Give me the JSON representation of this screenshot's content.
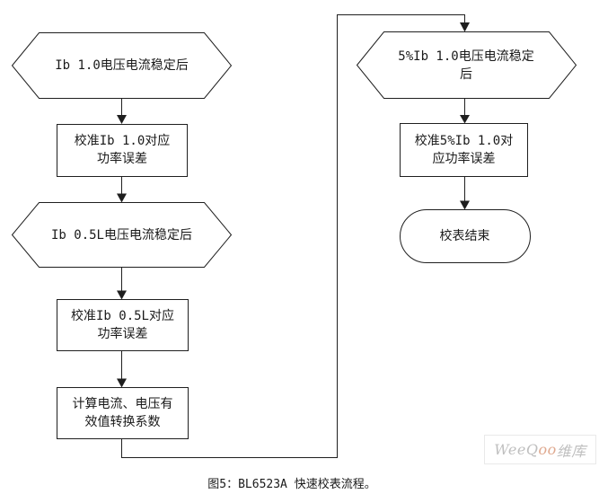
{
  "nodes": {
    "hex_ib10": {
      "label": "Ib 1.0电压电流稳定后"
    },
    "rect_cal_ib10": {
      "label": "校准Ib 1.0对应\n功率误差"
    },
    "hex_ib05l": {
      "label": "Ib 0.5L电压电流稳定后"
    },
    "rect_cal_ib05l": {
      "label": "校准Ib 0.5L对应\n功率误差"
    },
    "rect_calc_rms": {
      "label": "计算电流、电压有\n效值转换系数"
    },
    "hex_5pct_ib10": {
      "label": "5%Ib 1.0电压电流稳定\n后"
    },
    "rect_cal_5pct_ib10": {
      "label": "校准5%Ib 1.0对\n应功率误差"
    },
    "terminal_end": {
      "label": "校表结束"
    }
  },
  "caption": "图5：BL6523A 快速校表流程。",
  "watermark": {
    "gray_left": "WeeQ",
    "orange_mid": "oo",
    "gray_right": "维库",
    "gray_color": "#bfbfbf",
    "orange_color": "#dfa98f"
  },
  "colors": {
    "stroke": "#1f1f1f",
    "shape_fill": "#ffffff",
    "text": "#1a1a1a",
    "background": "#ffffff"
  }
}
